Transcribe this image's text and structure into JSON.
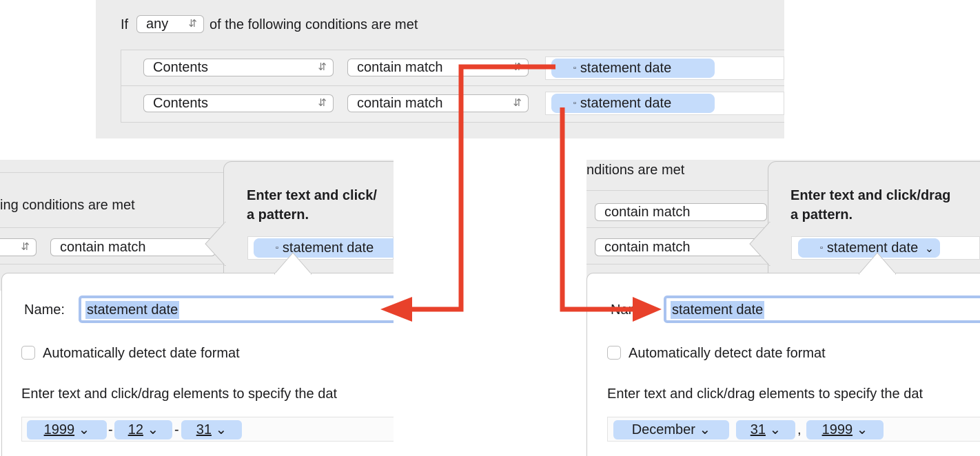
{
  "top": {
    "if_label": "If",
    "any_value": "any",
    "of_label": "of the following conditions are met",
    "rows": [
      {
        "field": "Contents",
        "operator": "contain match",
        "token": "statement date"
      },
      {
        "field": "Contents",
        "operator": "contain match",
        "token": "statement date"
      }
    ]
  },
  "left": {
    "conditions_text": "ing conditions are met",
    "operator": "contain match",
    "popover_title_1": "Enter text and click/",
    "popover_title_2": "a pattern.",
    "token": "statement date",
    "name_label": "Name:",
    "name_value": "statement date",
    "auto_detect": "Automatically detect date format",
    "instructions": "Enter text and click/drag elements to specify the dat",
    "date_tokens": [
      "1999",
      "12",
      "31"
    ],
    "date_separators": [
      "-",
      "-"
    ]
  },
  "right": {
    "conditions_text": "nditions are met",
    "operator_1": "contain match",
    "operator_2": "contain match",
    "popover_title_1": "Enter text and click/drag",
    "popover_title_2": "a pattern.",
    "token": "statement date",
    "name_label": "Nam",
    "name_value": "statement date",
    "auto_detect": "Automatically detect date format",
    "instructions": "Enter text and click/drag elements to specify the dat",
    "date_tokens": [
      "December",
      "31",
      "1999"
    ],
    "date_separators": [
      "",
      ","
    ]
  },
  "colors": {
    "arrow": "#e8412b",
    "token": "#c5dcfb",
    "focus": "#a9c3f0"
  },
  "icons": {
    "updown": "updown-chevron-icon",
    "chevron": "chevron-down-icon",
    "token_dot": "token-square-icon"
  }
}
